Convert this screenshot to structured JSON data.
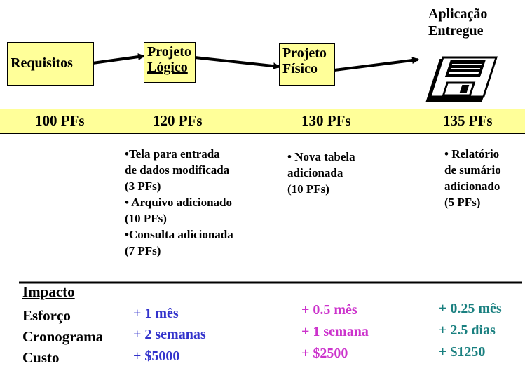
{
  "stages": {
    "requisitos": "Requisitos",
    "projeto_logico_1": "Projeto",
    "projeto_logico_2": "Lógico",
    "projeto_fisico_1": "Projeto",
    "projeto_fisico_2": "Físico",
    "aplicacao_1": "Aplicação",
    "aplicacao_2": "Entregue"
  },
  "pf_row": [
    "100 PFs",
    "120 PFs",
    "130 PFs",
    "135 PFs"
  ],
  "notes": {
    "col1": "•Tela para entrada\nde dados modificada\n(3 PFs)\n• Arquivo adicionado\n(10 PFs)\n•Consulta adicionada\n(7 PFs)",
    "col2": "• Nova tabela\nadicionada\n(10 PFs)",
    "col3": "• Relatório\nde sumário\nadicionado\n(5 PFs)"
  },
  "impact": {
    "title": "Impacto",
    "labels": [
      "Esforço",
      "Cronograma",
      "Custo"
    ],
    "col1": [
      "+ 1 mês",
      "+ 2 semanas",
      "+ $5000"
    ],
    "col2": [
      "+ 0.5 mês",
      "+ 1 semana",
      "+ $2500"
    ],
    "col3": [
      "+ 0.25 mês",
      "+ 2.5 dias",
      "+ $1250"
    ]
  },
  "colors": {
    "box": "#ffff99",
    "col1": "#3333cc",
    "col2": "#cc33cc",
    "col3": "#1a8080"
  }
}
